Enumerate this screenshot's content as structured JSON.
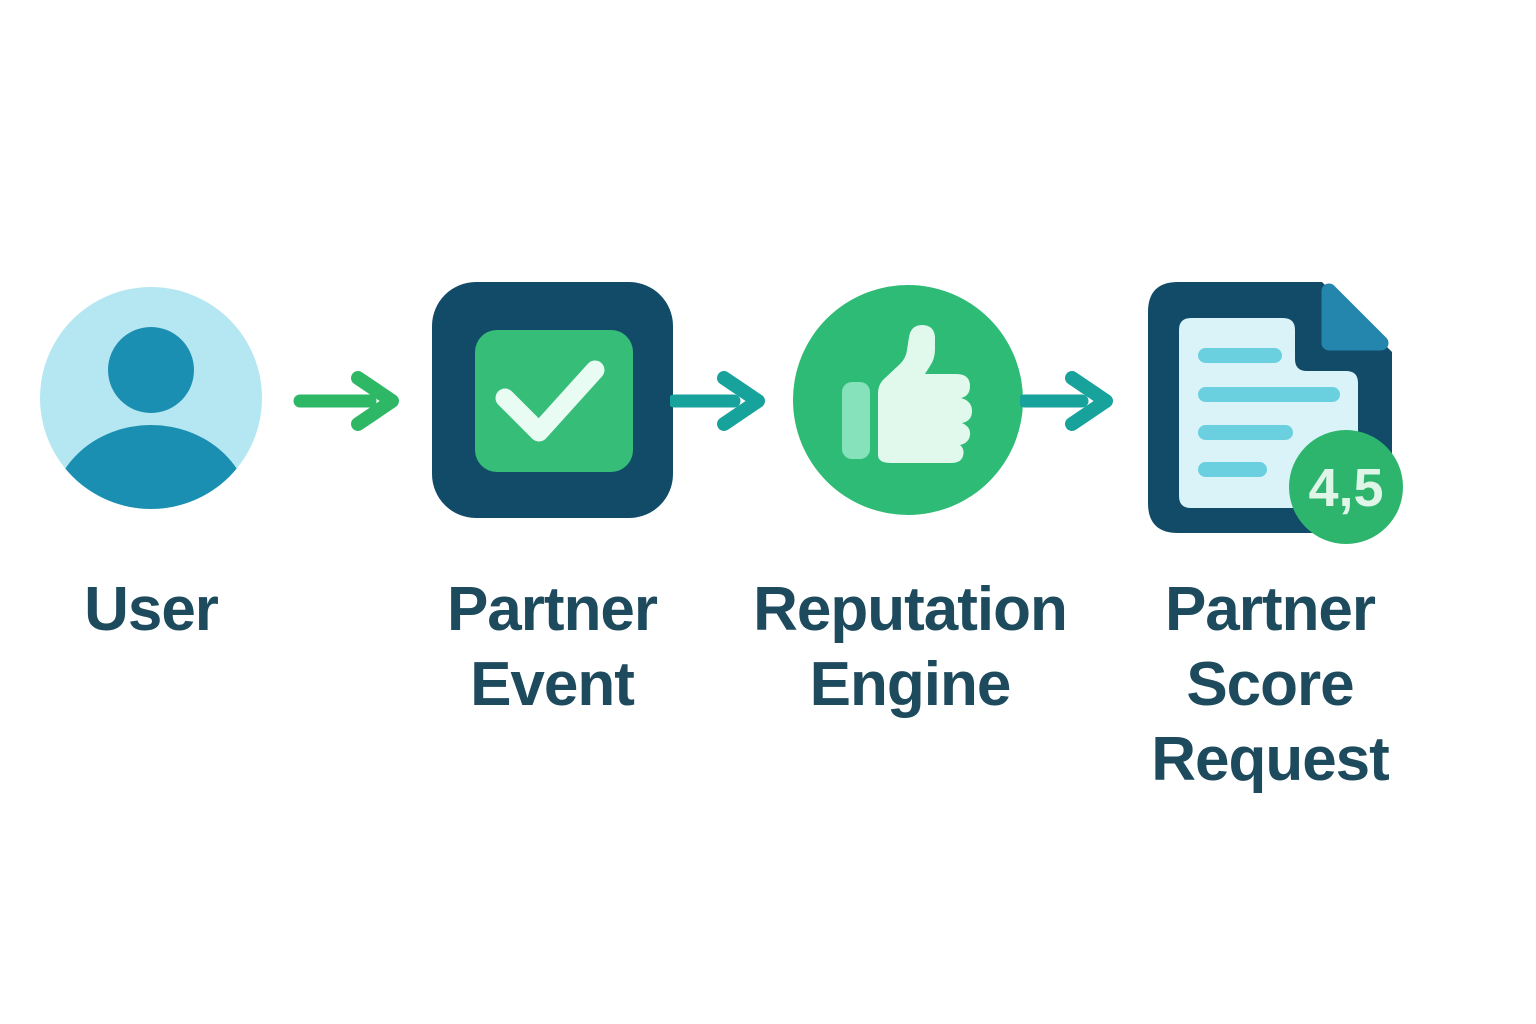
{
  "diagram": {
    "type": "flow",
    "background": "#ffffff",
    "nodes": [
      {
        "id": "user",
        "label": "User",
        "icon": "user-avatar-icon",
        "icon_colors": {
          "circle": "#b5e7f2",
          "person": "#1b8fb1"
        }
      },
      {
        "id": "partner-event",
        "label": "Partner Event",
        "icon": "checkbox-icon",
        "icon_colors": {
          "outer_square": "#114b68",
          "inner_square": "#36bd78",
          "checkmark": "#e9fcf3"
        }
      },
      {
        "id": "reputation-engine",
        "label": "Reputation Engine",
        "icon": "thumbs-up-icon",
        "icon_colors": {
          "circle": "#2dbb76",
          "thumb": "#e1f8ec",
          "sleeve": "#86e2ba"
        }
      },
      {
        "id": "partner-score-request",
        "label": "Partner Score Request",
        "icon": "document-icon",
        "badge": "4,5",
        "icon_colors": {
          "document": "#114b68",
          "fold": "#2486ac",
          "page": "#d9f3f8",
          "text_lines": "#6ad0e0",
          "badge_circle": "#2eb56d",
          "badge_text": "#dff5e8"
        }
      }
    ],
    "arrows": [
      {
        "from": "user",
        "to": "partner-event",
        "color": "#2eb866"
      },
      {
        "from": "partner-event",
        "to": "reputation-engine",
        "color": "#17a29c"
      },
      {
        "from": "reputation-engine",
        "to": "partner-score-request",
        "color": "#17a29c"
      }
    ],
    "label_color": "#1d4a5c"
  }
}
